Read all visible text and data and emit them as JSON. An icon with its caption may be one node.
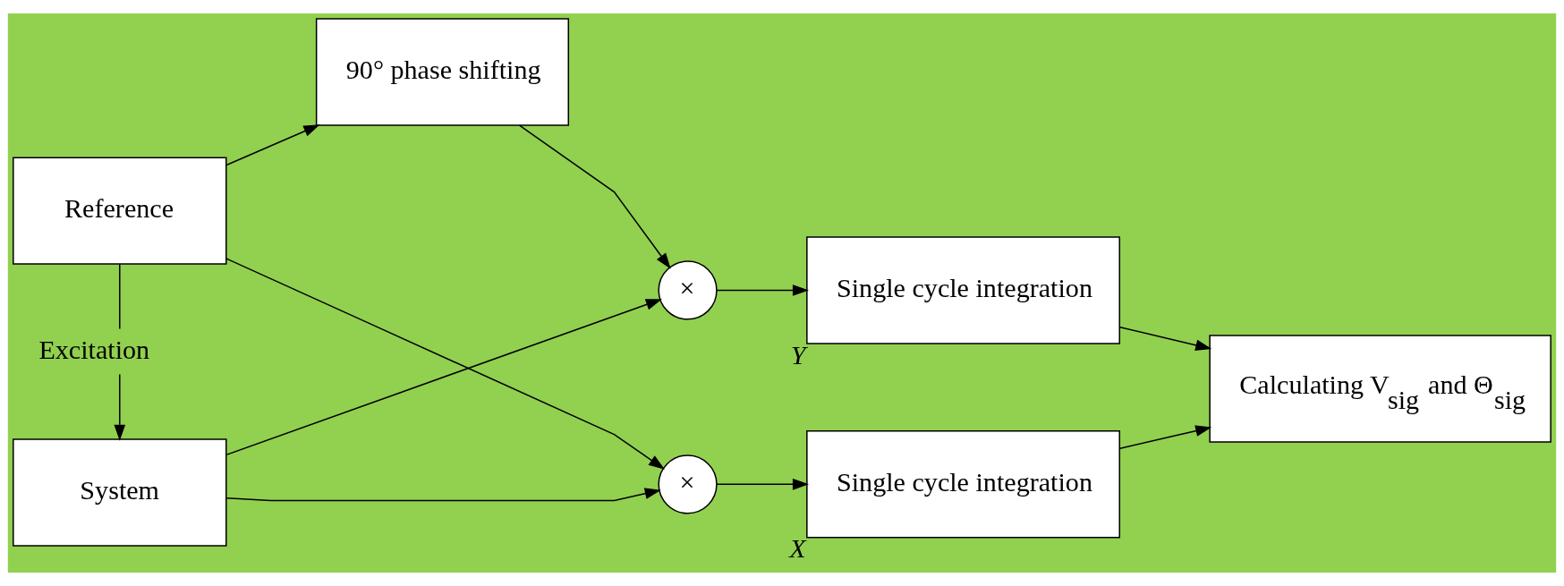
{
  "diagram": {
    "nodes": [
      {
        "text": [
          "Reference"
        ]
      },
      {
        "text": [
          "90° phase shifting"
        ]
      },
      {
        "text": [
          "×"
        ]
      },
      {
        "text": [
          "Single cycle integration"
        ],
        "beside": [
          "Y"
        ]
      },
      {
        "text": [
          "Calculating V$_{sig}$ and Θ$_{sig}$"
        ]
      },
      {
        "text": [
          "System"
        ]
      },
      {
        "text": [
          "×"
        ]
      },
      {
        "text": [
          "Single cycle integration"
        ],
        "beside": [
          "X"
        ]
      }
    ],
    "edges": [
      {
        "from": 0,
        "to": 1,
        "arrow": "to"
      },
      {
        "from": 0,
        "to": 6,
        "arrow": "to"
      },
      {
        "from": 0,
        "to": 5,
        "arrow": "to",
        "label": "Excitation"
      },
      {
        "from": 1,
        "to": 2,
        "arrow": "to"
      },
      {
        "from": 2,
        "to": 3,
        "arrow": "to"
      },
      {
        "from": 3,
        "to": 4,
        "arrow": "to"
      },
      {
        "from": 5,
        "to": 6,
        "arrow": "to"
      },
      {
        "from": 5,
        "to": 2,
        "arrow": "to"
      },
      {
        "from": 6,
        "to": 7,
        "arrow": "to"
      },
      {
        "from": 7,
        "to": 4,
        "arrow": "to"
      }
    ]
  }
}
